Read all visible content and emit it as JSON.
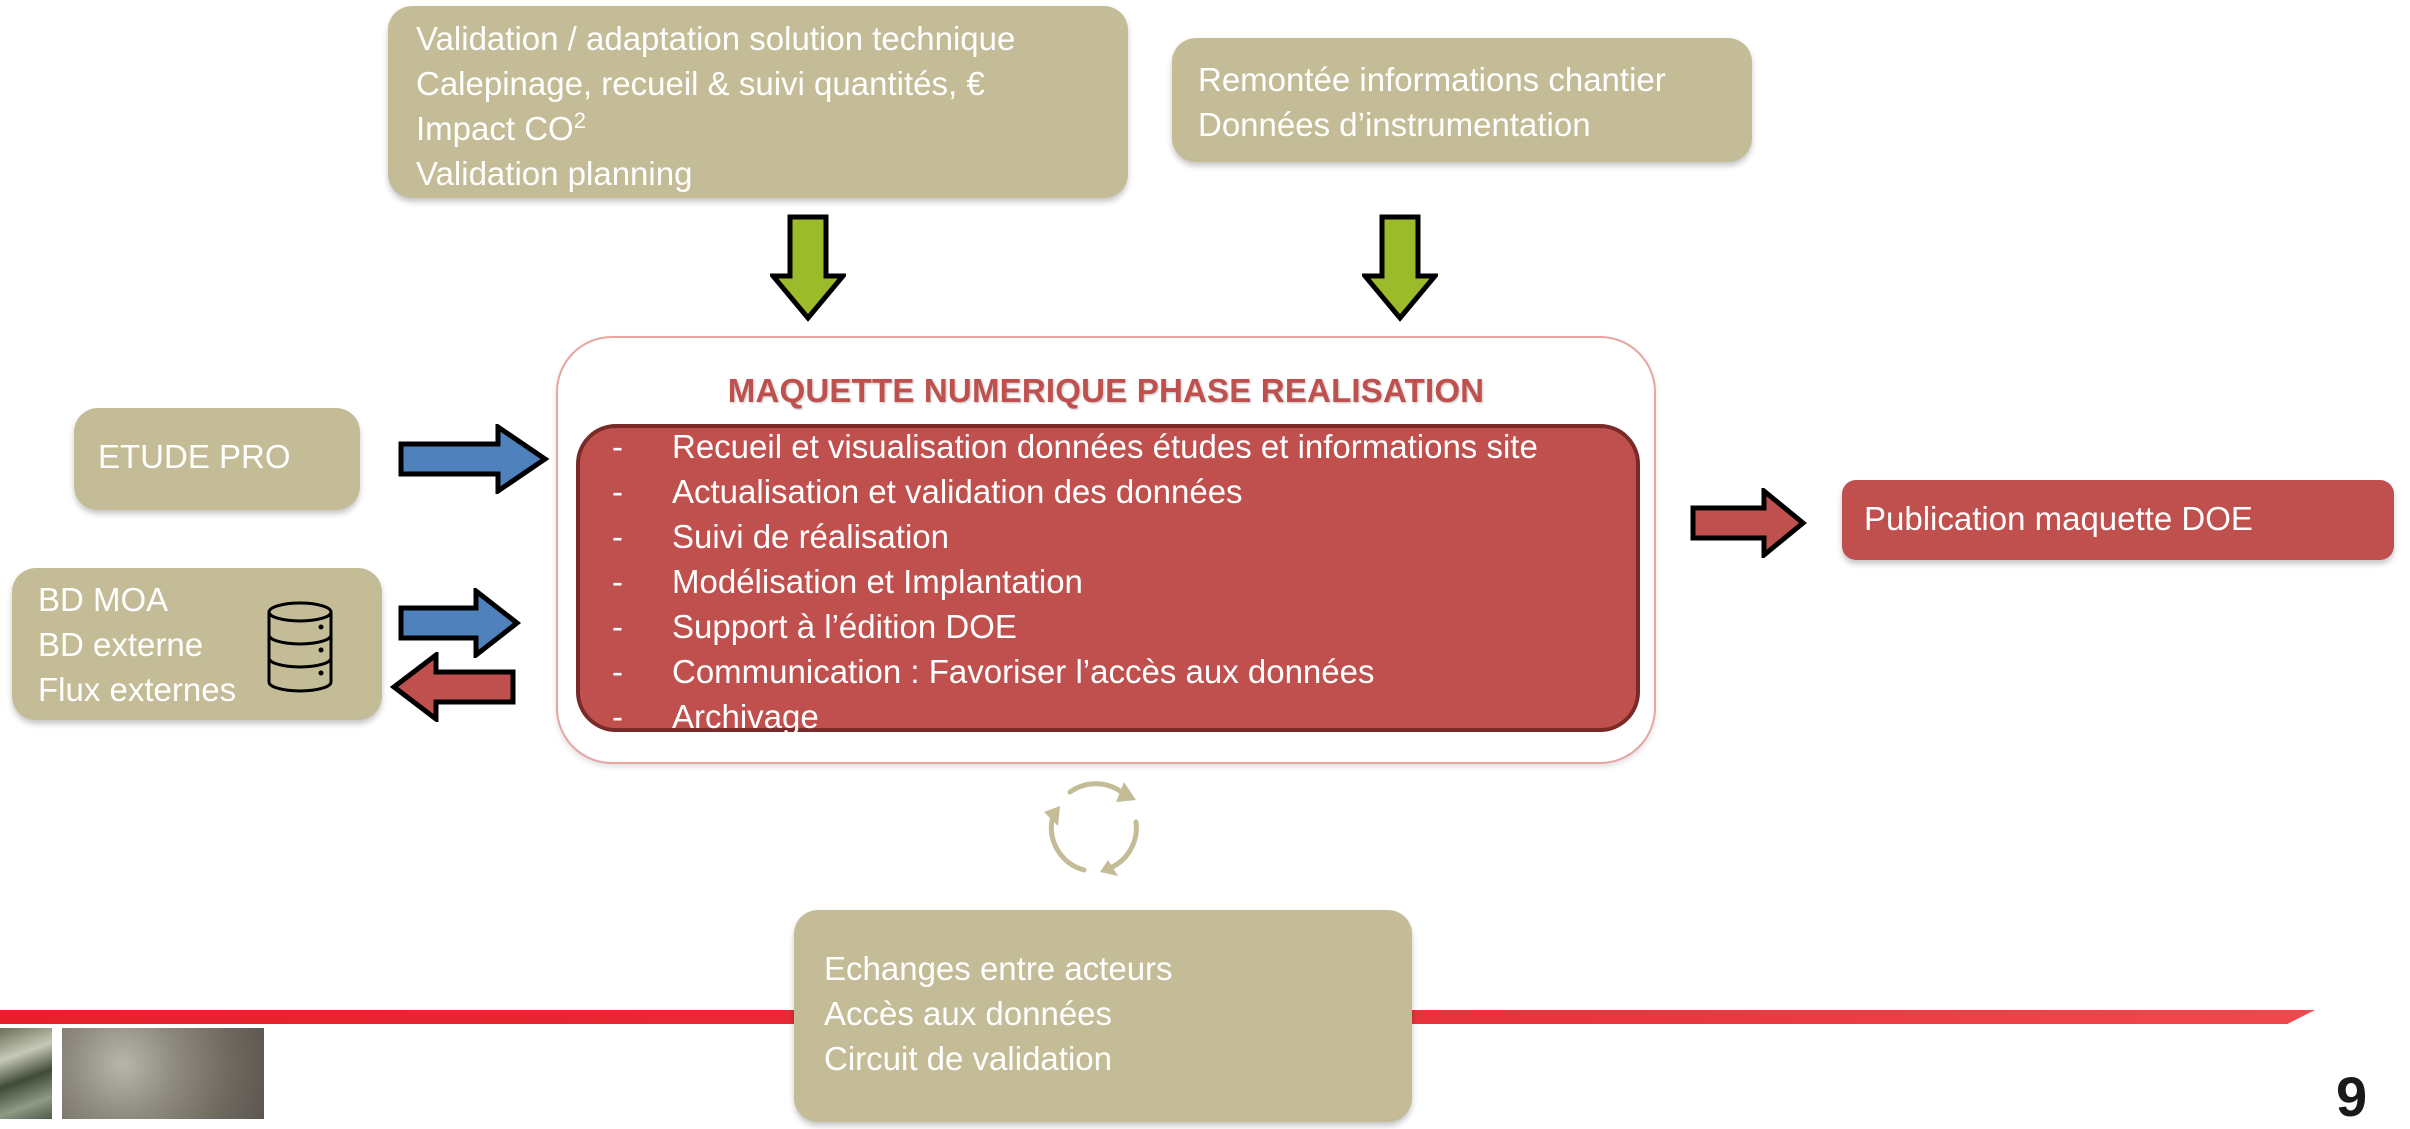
{
  "top_left": {
    "lines": [
      "Validation / adaptation solution technique",
      "Calepinage, recueil & suivi quantités, €",
      "Impact CO",
      "Validation planning"
    ],
    "co_superscript": "2"
  },
  "top_right": {
    "lines": [
      "Remontée informations chantier",
      "Données d’instrumentation"
    ]
  },
  "etude": {
    "label": "ETUDE PRO"
  },
  "bd": {
    "lines": [
      "BD MOA",
      "BD externe",
      "Flux externes"
    ]
  },
  "main": {
    "title": "MAQUETTE NUMERIQUE PHASE REALISATION",
    "bullet": "-",
    "items": [
      "Recueil et visualisation données études et informations site",
      "Actualisation et validation des données",
      "Suivi de réalisation",
      "Modélisation et Implantation",
      "Support à l’édition DOE",
      "Communication : Favoriser l’accès aux données",
      "Archivage"
    ]
  },
  "publication": {
    "label": "Publication maquette DOE"
  },
  "bottom": {
    "lines": [
      "Echanges entre acteurs",
      "Accès aux données",
      "Circuit de validation"
    ]
  },
  "page_number": "9",
  "colors": {
    "tan": "#c4bb97",
    "red": "#c0504d",
    "green_arrow": "#9bbb2a",
    "blue_arrow": "#4f81bd",
    "red_line": "#e8202e"
  },
  "icons": [
    "database-icon",
    "cycle-icon",
    "down-arrow-icon",
    "right-arrow-icon",
    "left-arrow-icon"
  ]
}
